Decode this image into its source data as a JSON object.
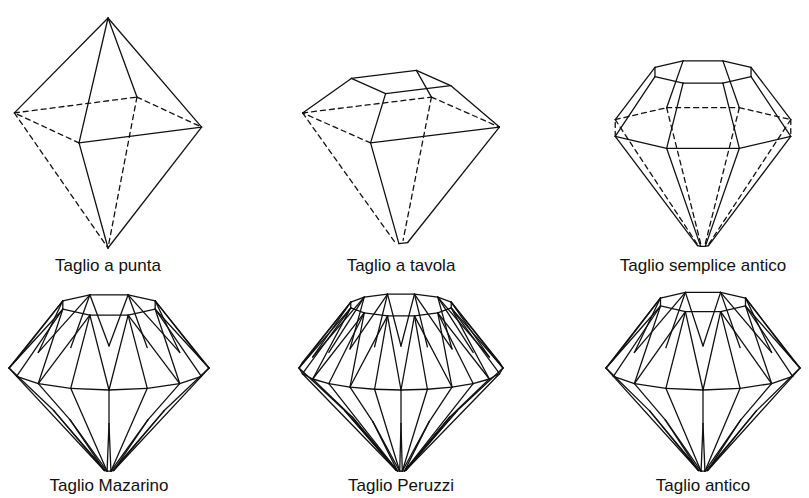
{
  "diagram": {
    "labels": [
      "Taglio a punta",
      "Taglio a tavola",
      "Taglio semplice antico",
      "Taglio Mazarino",
      "Taglio Peruzzi",
      "Taglio antico"
    ]
  }
}
